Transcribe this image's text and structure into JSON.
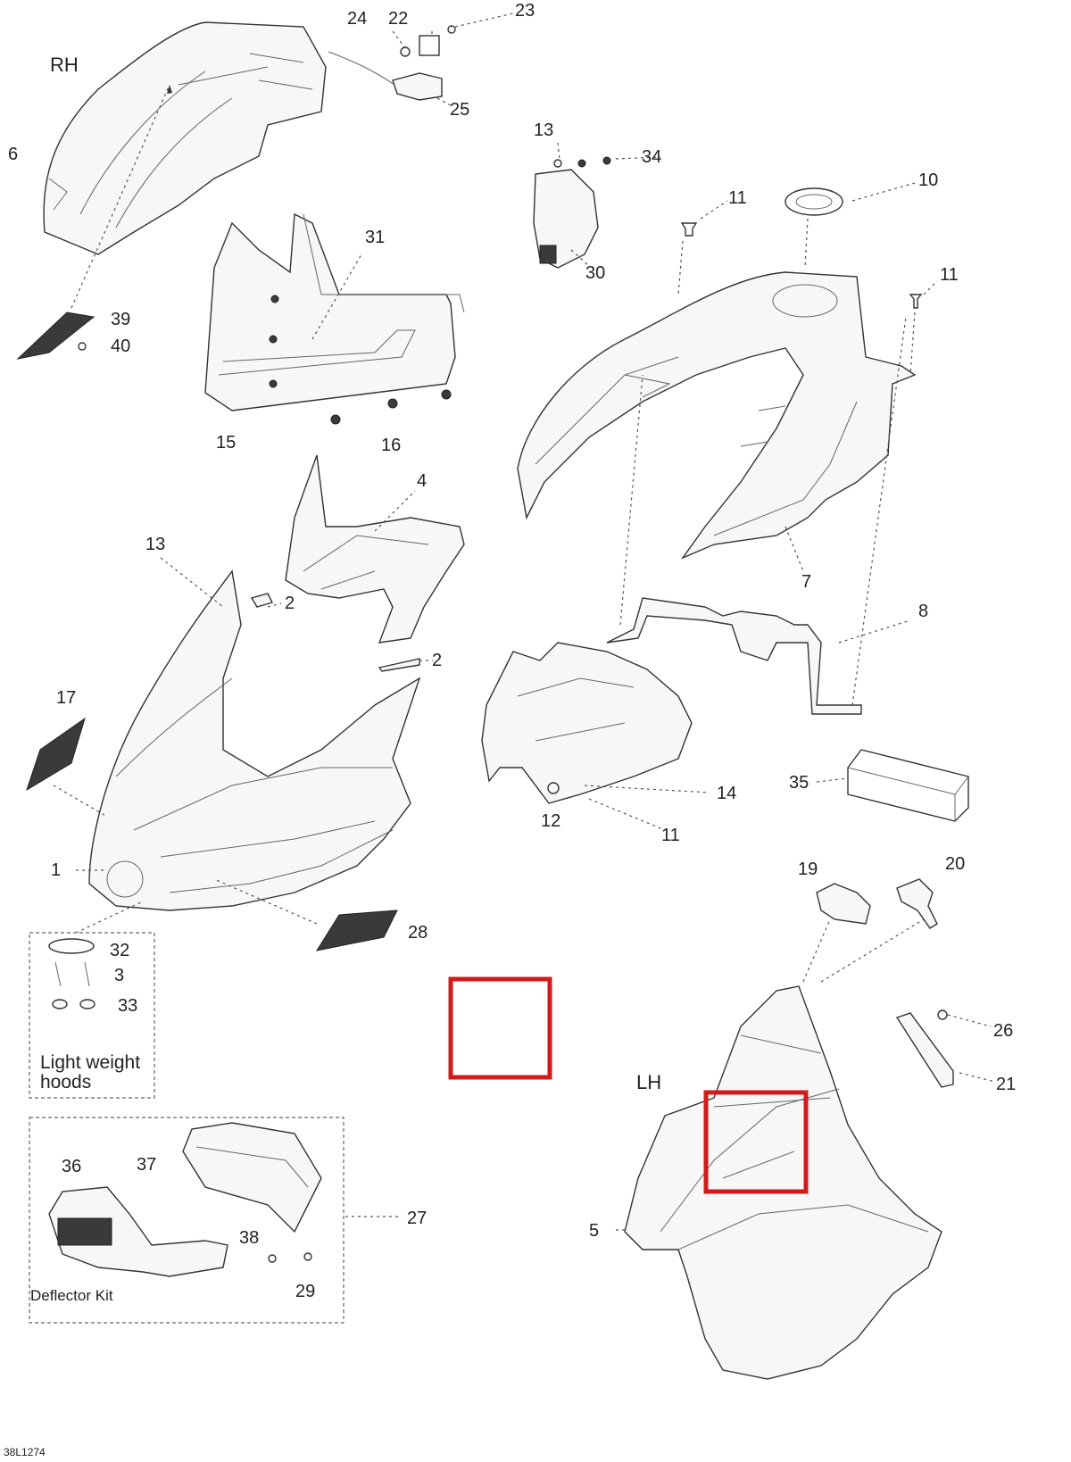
{
  "labels": {
    "side_rh": "RH",
    "side_lh": "LH",
    "light_weight_hoods": "Light weight\nhoods",
    "deflector_kit": "Deflector Kit",
    "drawing_code": "38L1274"
  },
  "callouts": {
    "c1": "1",
    "c2a": "2",
    "c2b": "2",
    "c3": "3",
    "c4": "4",
    "c5": "5",
    "c6": "6",
    "c7": "7",
    "c8": "8",
    "c10": "10",
    "c11a": "11",
    "c11b": "11",
    "c11c": "11",
    "c12": "12",
    "c13a": "13",
    "c13b": "13",
    "c14": "14",
    "c15": "15",
    "c16": "16",
    "c17": "17",
    "c19": "19",
    "c20": "20",
    "c21": "21",
    "c22": "22",
    "c23": "23",
    "c24": "24",
    "c25": "25",
    "c26": "26",
    "c27": "27",
    "c28": "28",
    "c29": "29",
    "c30": "30",
    "c31": "31",
    "c32": "32",
    "c33": "33",
    "c34": "34",
    "c35": "35",
    "c36": "36",
    "c37": "37",
    "c38": "38",
    "c39": "39",
    "c40": "40"
  },
  "highlights": {
    "color": "#d11a1a"
  },
  "colors": {
    "line": "#333333",
    "background": "#ffffff"
  }
}
